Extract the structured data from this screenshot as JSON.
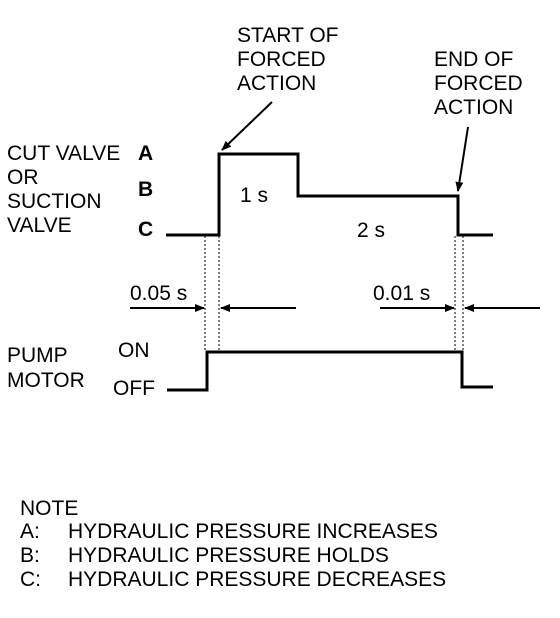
{
  "colors": {
    "ink": "#000000",
    "background": "#ffffff"
  },
  "labels": {
    "start_annotation": [
      "START OF",
      "FORCED",
      "ACTION"
    ],
    "end_annotation": [
      "END OF",
      "FORCED",
      "ACTION"
    ],
    "valve_label": [
      "CUT VALVE",
      "OR",
      "SUCTION",
      "VALVE"
    ],
    "level_a": "A",
    "level_b": "B",
    "level_c": "C",
    "duration_b": "1 s",
    "duration_c": "2 s",
    "delay_start": "0.05 s",
    "delay_end": "0.01 s",
    "pump_label": [
      "PUMP",
      "MOTOR"
    ],
    "pump_on": "ON",
    "pump_off": "OFF"
  },
  "note": {
    "title": "NOTE",
    "items": [
      {
        "key": "A:",
        "text": "HYDRAULIC PRESSURE INCREASES"
      },
      {
        "key": "B:",
        "text": "HYDRAULIC PRESSURE HOLDS"
      },
      {
        "key": "C:",
        "text": "HYDRAULIC PRESSURE DECREASES"
      }
    ]
  }
}
